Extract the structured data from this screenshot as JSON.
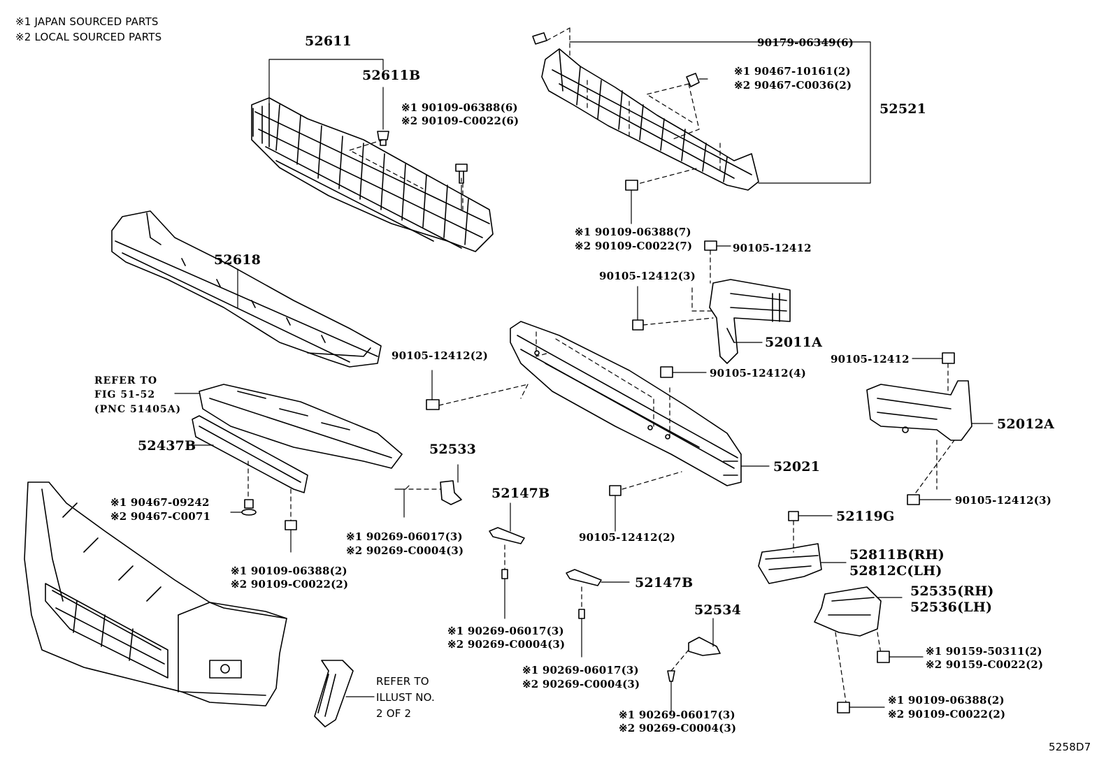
{
  "legend": {
    "line1": "※1 JAPAN SOURCED PARTS",
    "line2": "※2 LOCAL SOURCED PARTS"
  },
  "figure_code": "5258D7",
  "parts": {
    "p52611": "52611",
    "p52611b": "52611B",
    "bolt_upper_a": "※1 90109-06388(6)",
    "bolt_upper_b": "※2 90109-C0022(6)",
    "p52618": "52618",
    "clip_top": "90179-06349(6)",
    "clip_rh_a": "※1 90467-10161(2)",
    "clip_rh_b": "※2 90467-C0036(2)",
    "p52521": "52521",
    "bolt_abs_a": "※1 90109-06388(7)",
    "bolt_abs_b": "※2 90109-C0022(7)",
    "bolt_52011_top": "90105-12412",
    "bolt_52011_side": "90105-12412(3)",
    "p52011a": "52011A",
    "ref_fig_l1": "REFER TO",
    "ref_fig_l2": "FIG 51-52",
    "ref_fig_l3": "(PNC 51405A)",
    "bolt_2": "90105-12412(2)",
    "bolt_4": "90105-12412(4)",
    "bolt_52012_top": "90105-12412",
    "p52012a": "52012A",
    "bolt_52012_bot": "90105-12412(3)",
    "p52437b": "52437B",
    "p52533": "52533",
    "p52021": "52021",
    "clip_0924_a": "※1 90467-09242",
    "clip_0924_b": "※2 90467-C0071",
    "p52147b_a": "52147B",
    "bolt_52021_bot": "90105-12412(2)",
    "p52119g": "52119G",
    "screw_0601_a": "※1 90269-06017(3)",
    "screw_0601_b": "※2 90269-C0004(3)",
    "p52811b": "52811B(RH)",
    "p52812c": "52812C(LH)",
    "bolt_lower_a": "※1 90109-06388(2)",
    "bolt_lower_b": "※2 90109-C0022(2)",
    "p52147b_b": "52147B",
    "p52535": "52535(RH)",
    "p52536": "52536(LH)",
    "screw_mid_a": "※1 90269-06017(3)",
    "screw_mid_b": "※2 90269-C0004(3)",
    "p52534": "52534",
    "bolt_5031_a": "※1 90159-50311(2)",
    "bolt_5031_b": "※2 90159-C0022(2)",
    "screw_lowmid_a": "※1 90269-06017(3)",
    "screw_lowmid_b": "※2 90269-C0004(3)",
    "ref_illust_l1": "REFER TO",
    "ref_illust_l2": "ILLUST NO.",
    "ref_illust_l3": "2 OF 2",
    "screw_bot_a": "※1 90269-06017(3)",
    "screw_bot_b": "※2 90269-C0004(3)",
    "bolt_rbot_a": "※1 90109-06388(2)",
    "bolt_rbot_b": "※2 90109-C0022(2)"
  }
}
